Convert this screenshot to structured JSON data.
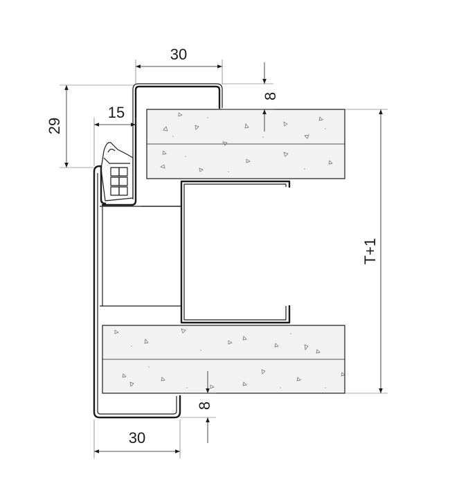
{
  "dimensions": {
    "top_width": "30",
    "top_offset": "8",
    "left_height": "29",
    "seal_width": "15",
    "wall_thickness": "T+1",
    "bottom_offset": "8",
    "bottom_width": "30"
  },
  "colors": {
    "line": "#1a1a1a",
    "board_fill": "#f2f2f2"
  }
}
